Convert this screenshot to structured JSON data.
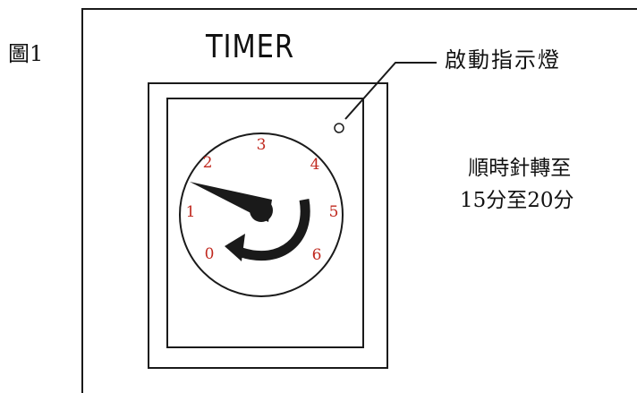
{
  "figure_label": "圖1",
  "timer_title": "TIMER",
  "indicator_label": "啟動指示燈",
  "instruction": [
    "順時針轉至",
    "15分至20分"
  ],
  "dial_numbers": [
    "0",
    "1",
    "2",
    "3",
    "4",
    "5",
    "6"
  ],
  "colors": {
    "line": "#1a1a1a",
    "number": "#c0281e",
    "background": "#ffffff"
  },
  "icons": {
    "pointer": "dial-pointer-icon",
    "arrow": "clockwise-arrow-icon",
    "lamp": "indicator-lamp-icon"
  }
}
